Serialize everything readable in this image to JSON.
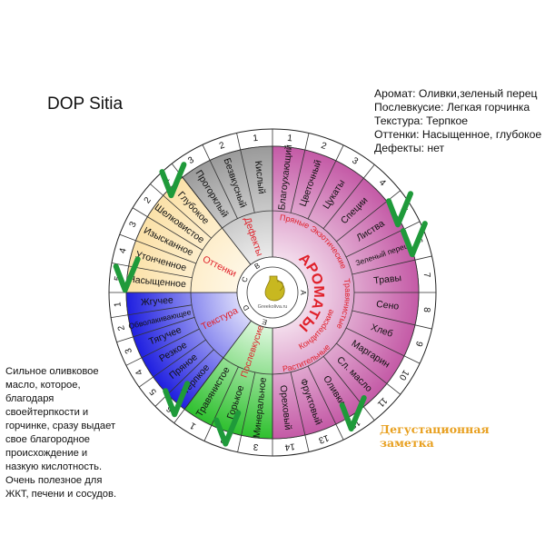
{
  "title": "DOP Sitia",
  "notes": [
    "Аромат: Оливки,зеленый перец",
    "Послевкусие: Легкая горчинка",
    "Текстура: Терпкое",
    "Оттенки: Насыщенное, глубокое",
    "Дефекты: нет"
  ],
  "description": "Сильное оливковое масло, которое, благодаря своейтерпкости и горчинке, сразу выдает свое благородное происхождение и назкую кислотность. Очень полезное для ЖКТ, печени и сосудов.",
  "caption": "Дегустационная заметка",
  "center": {
    "site": "Greekoliva.ru",
    "letters": [
      "A",
      "B",
      "C",
      "D",
      "E"
    ]
  },
  "wheel": {
    "sections": [
      {
        "key": "aroma",
        "label": "АРОМАТЫ",
        "color": "#c45aa6",
        "light": "#f6e4f0",
        "start": 0,
        "end": 180,
        "sublabels": [
          "Пряные Экзотические",
          "Травянистые",
          "Кондитерские",
          "Растительные"
        ],
        "items": [
          "Благоухающий",
          "Цветочный",
          "Цукаты",
          "Специи",
          "Листва",
          "Зеленый перец",
          "Травы",
          "Сено",
          "Хлеб",
          "Маргарин",
          "Сл. масло",
          "Оливки",
          "Фруктовый",
          "Ореховый"
        ]
      },
      {
        "key": "aftertaste",
        "label": "Послевкусие",
        "color": "#2ec02e",
        "light": "#e6fae6",
        "start": 180,
        "end": 217,
        "items": [
          "Минеральное",
          "Горькое",
          "Травянистое"
        ]
      },
      {
        "key": "texture",
        "label": "Текстура",
        "color": "#1f1fe0",
        "light": "#e2e2fb",
        "start": 217,
        "end": 270,
        "items": [
          "Терпкое",
          "Пряное",
          "Резкое",
          "Тягучее",
          "Обволакивающее",
          "Жгучее"
        ]
      },
      {
        "key": "shades",
        "label": "Оттенки",
        "color": "#fbe1a8",
        "light": "#fff8e8",
        "start": 270,
        "end": 322,
        "items": [
          "Насыщенное",
          "Утонченное",
          "Изысканное",
          "Шелковистое",
          "Глубокое"
        ]
      },
      {
        "key": "defects",
        "label": "Дефекты",
        "color": "#9a9a9a",
        "light": "#f0f0f0",
        "start": 322,
        "end": 360,
        "items": [
          "Прогорклый",
          "Безвкусный",
          "Кислый"
        ]
      }
    ]
  },
  "checked": [
    "Глубокое",
    "Насыщенное",
    "Терпкое",
    "Горькое",
    "Листва",
    "Зеленый перец",
    "Оливки"
  ],
  "check_color": "#1f9a3a"
}
